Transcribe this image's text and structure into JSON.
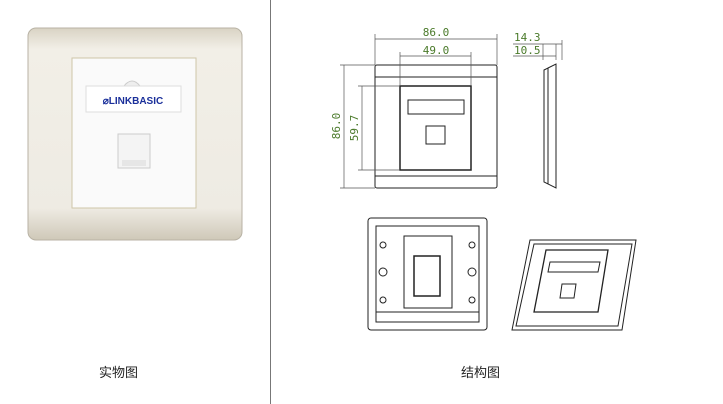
{
  "photo": {
    "brand": "LINKBASIC",
    "caption": "实物图"
  },
  "drawing": {
    "caption": "结构图",
    "dimensions": {
      "overall_width": "86.0",
      "module_width": "49.0",
      "overall_height": "86.0",
      "module_height": "59.7",
      "depth_total": "14.3",
      "depth_front": "10.5"
    }
  },
  "colors": {
    "dimension_text": "#4a7a2a",
    "brand_blue": "#1a2f9a"
  }
}
